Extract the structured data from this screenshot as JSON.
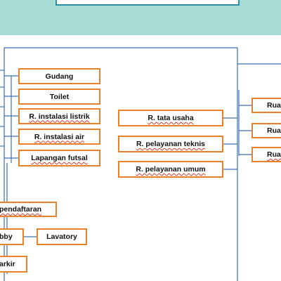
{
  "colors": {
    "band": "#a6dbd6",
    "title_border": "#2b8fa6",
    "node_border": "#e8822a",
    "connector": "#3b6fb6",
    "misspell": "#d33a2c"
  },
  "left_column": [
    "Gudang",
    "Toilet",
    "R. instalasi listrik",
    "R. instalasi air",
    "Lapangan futsal"
  ],
  "middle_column": [
    "R. tata usaha",
    "R. pelayanan teknis",
    "R. pelayanan umum"
  ],
  "right_column": [
    "Rua",
    "Rua",
    "Ruan"
  ],
  "bottom_branch": {
    "pendaftaran": "pendaftaran",
    "lobby": "bby",
    "lavatory": "Lavatory",
    "parkir": "arkir"
  }
}
